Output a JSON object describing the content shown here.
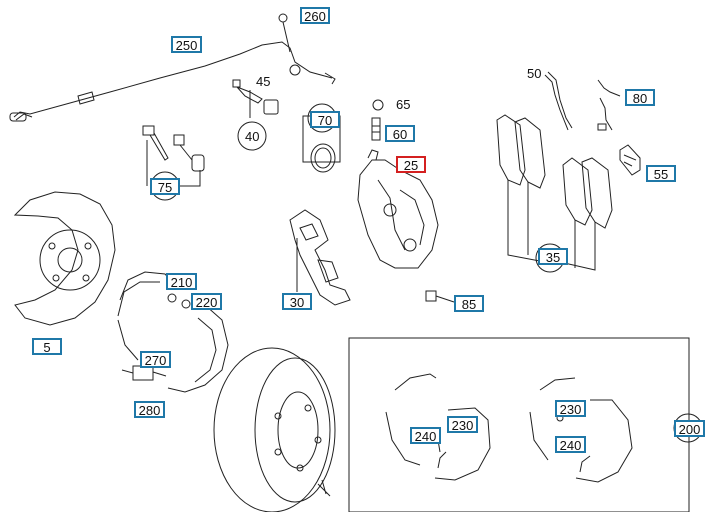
{
  "diagram": {
    "callouts": [
      {
        "id": "c260",
        "label": "260"
      },
      {
        "id": "c250",
        "label": "250"
      },
      {
        "id": "c80",
        "label": "80"
      },
      {
        "id": "c70",
        "label": "70"
      },
      {
        "id": "c60",
        "label": "60"
      },
      {
        "id": "c25",
        "label": "25"
      },
      {
        "id": "c55",
        "label": "55"
      },
      {
        "id": "c75",
        "label": "75"
      },
      {
        "id": "c35",
        "label": "35"
      },
      {
        "id": "c210",
        "label": "210"
      },
      {
        "id": "c220",
        "label": "220"
      },
      {
        "id": "c30",
        "label": "30"
      },
      {
        "id": "c85",
        "label": "85"
      },
      {
        "id": "c5",
        "label": "5"
      },
      {
        "id": "c270",
        "label": "270"
      },
      {
        "id": "c280",
        "label": "280"
      },
      {
        "id": "c240a",
        "label": "240"
      },
      {
        "id": "c230a",
        "label": "230"
      },
      {
        "id": "c230b",
        "label": "230"
      },
      {
        "id": "c240b",
        "label": "240"
      },
      {
        "id": "c200",
        "label": "200"
      }
    ],
    "plain_labels": [
      {
        "id": "p45",
        "label": "45"
      },
      {
        "id": "p65",
        "label": "65"
      },
      {
        "id": "p50",
        "label": "50"
      },
      {
        "id": "p40",
        "label": "40"
      }
    ],
    "selected_callout": "25",
    "colors": {
      "callout_border": "#1f78a8",
      "selected_border": "#d42020",
      "line": "#222222"
    }
  }
}
